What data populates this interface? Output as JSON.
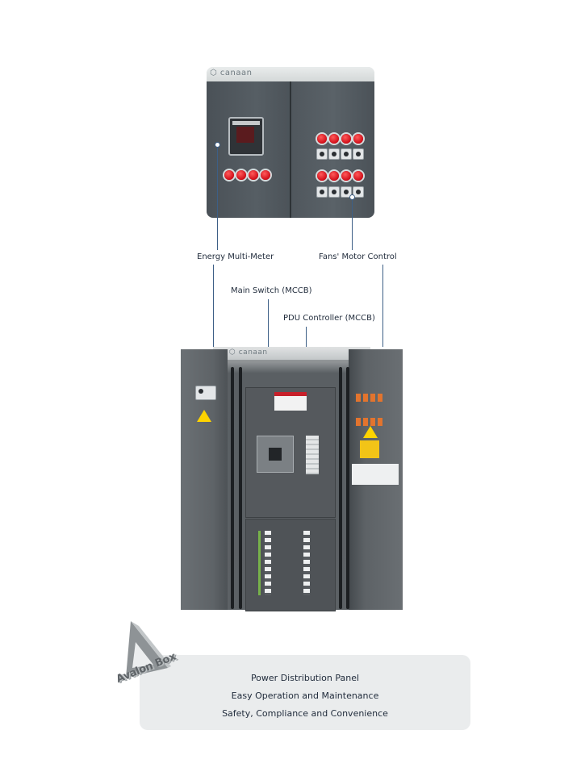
{
  "brand_top": "canaan",
  "brand_cabinet": "canaan",
  "callouts": {
    "energy_meter": "Energy Multi-Meter",
    "fans_motor": "Fans' Motor Control",
    "main_switch": "Main Switch (MCCB)",
    "pdu_controller": "PDU Controller (MCCB)"
  },
  "banner": {
    "line1": "Power Distribution Panel",
    "line2": "Easy Operation and Maintenance",
    "line3": "Safety, Compliance and Convenience"
  },
  "logo_text": "Avalon Box",
  "colors": {
    "connector": "#3d5f86",
    "cabinet": "#565e64",
    "emergency_red": "#d10d18",
    "banner_bg": "#eaeced"
  },
  "icons": {
    "brand_mark": "hexagon-ring-icon",
    "warning": "high-voltage-warning-icon"
  }
}
